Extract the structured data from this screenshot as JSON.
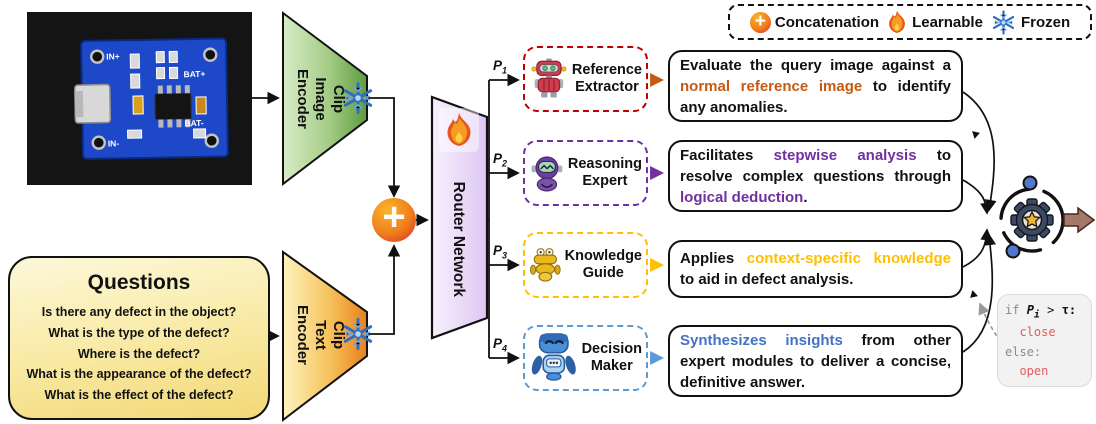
{
  "colors": {
    "highlight_orange": "#C55A11",
    "highlight_purple": "#7030A0",
    "highlight_yellow": "#FFC000",
    "highlight_blue": "#4472C4",
    "expert_red": "#C00000",
    "expert_purple": "#7030A0",
    "expert_yellow": "#FFC000",
    "expert_blue": "#5B9BD5",
    "body_text": "#111111",
    "code_red": "#E05C5C",
    "code_gray": "#8A8A8A"
  },
  "legend": {
    "items": [
      {
        "icon": "concatenation-icon",
        "label": "Concatenation"
      },
      {
        "icon": "fire-icon",
        "label": "Learnable"
      },
      {
        "icon": "snowflake-icon",
        "label": "Frozen"
      }
    ]
  },
  "pcb": {
    "labels": {
      "in_plus": "IN+",
      "in_minus": "IN-",
      "bat_plus": "BAT+",
      "bat_minus": "BAT-"
    }
  },
  "questions": {
    "title": "Questions",
    "items": [
      "Is there any defect in the object?",
      "What is the type of the defect?",
      "Where is the defect?",
      "What is the appearance of the defect?",
      "What is the effect of the defect?"
    ]
  },
  "encoders": {
    "image": {
      "lines": [
        "Clip",
        "Image",
        "Encoder"
      ]
    },
    "text": {
      "lines": [
        "Clip",
        "Text",
        "Encoder"
      ]
    }
  },
  "router": {
    "label": "Router Network"
  },
  "experts": [
    {
      "prob_letter": "P",
      "prob_index": "1",
      "name": "Reference Extractor",
      "color": "#C00000",
      "description": {
        "segments": [
          {
            "text": "Evaluate the query image against a ",
            "color": "#111111"
          },
          {
            "text": "normal reference image",
            "color": "#C55A11"
          },
          {
            "text": " to identify any anomalies.",
            "color": "#111111"
          }
        ]
      }
    },
    {
      "prob_letter": "P",
      "prob_index": "2",
      "name": "Reasoning Expert",
      "color": "#7030A0",
      "description": {
        "segments": [
          {
            "text": "Facilitates ",
            "color": "#111111"
          },
          {
            "text": "stepwise analysis",
            "color": "#7030A0"
          },
          {
            "text": " to resolve complex questions through ",
            "color": "#111111"
          },
          {
            "text": "logical deduction",
            "color": "#7030A0"
          },
          {
            "text": ".",
            "color": "#111111"
          }
        ]
      }
    },
    {
      "prob_letter": "P",
      "prob_index": "3",
      "name": "Knowledge Guide",
      "color": "#FFC000",
      "description": {
        "segments": [
          {
            "text": "Applies ",
            "color": "#111111"
          },
          {
            "text": "context-specific knowledge",
            "color": "#FFC000"
          },
          {
            "text": " to aid in defect analysis.",
            "color": "#111111"
          }
        ]
      }
    },
    {
      "prob_letter": "P",
      "prob_index": "4",
      "name": "Decision Maker",
      "color": "#5B9BD5",
      "description": {
        "segments": [
          {
            "text": "Synthesizes insights",
            "color": "#4472C4"
          },
          {
            "text": " from other expert modules to deliver a concise, definitive answer.",
            "color": "#111111"
          }
        ]
      }
    }
  ],
  "gate_code": {
    "if_kw": "if ",
    "var_letter": "P",
    "var_sub": "i",
    "operator": " > ",
    "threshold": "τ:",
    "if_branch": "close",
    "else_kw": "else:",
    "else_branch": "open"
  }
}
